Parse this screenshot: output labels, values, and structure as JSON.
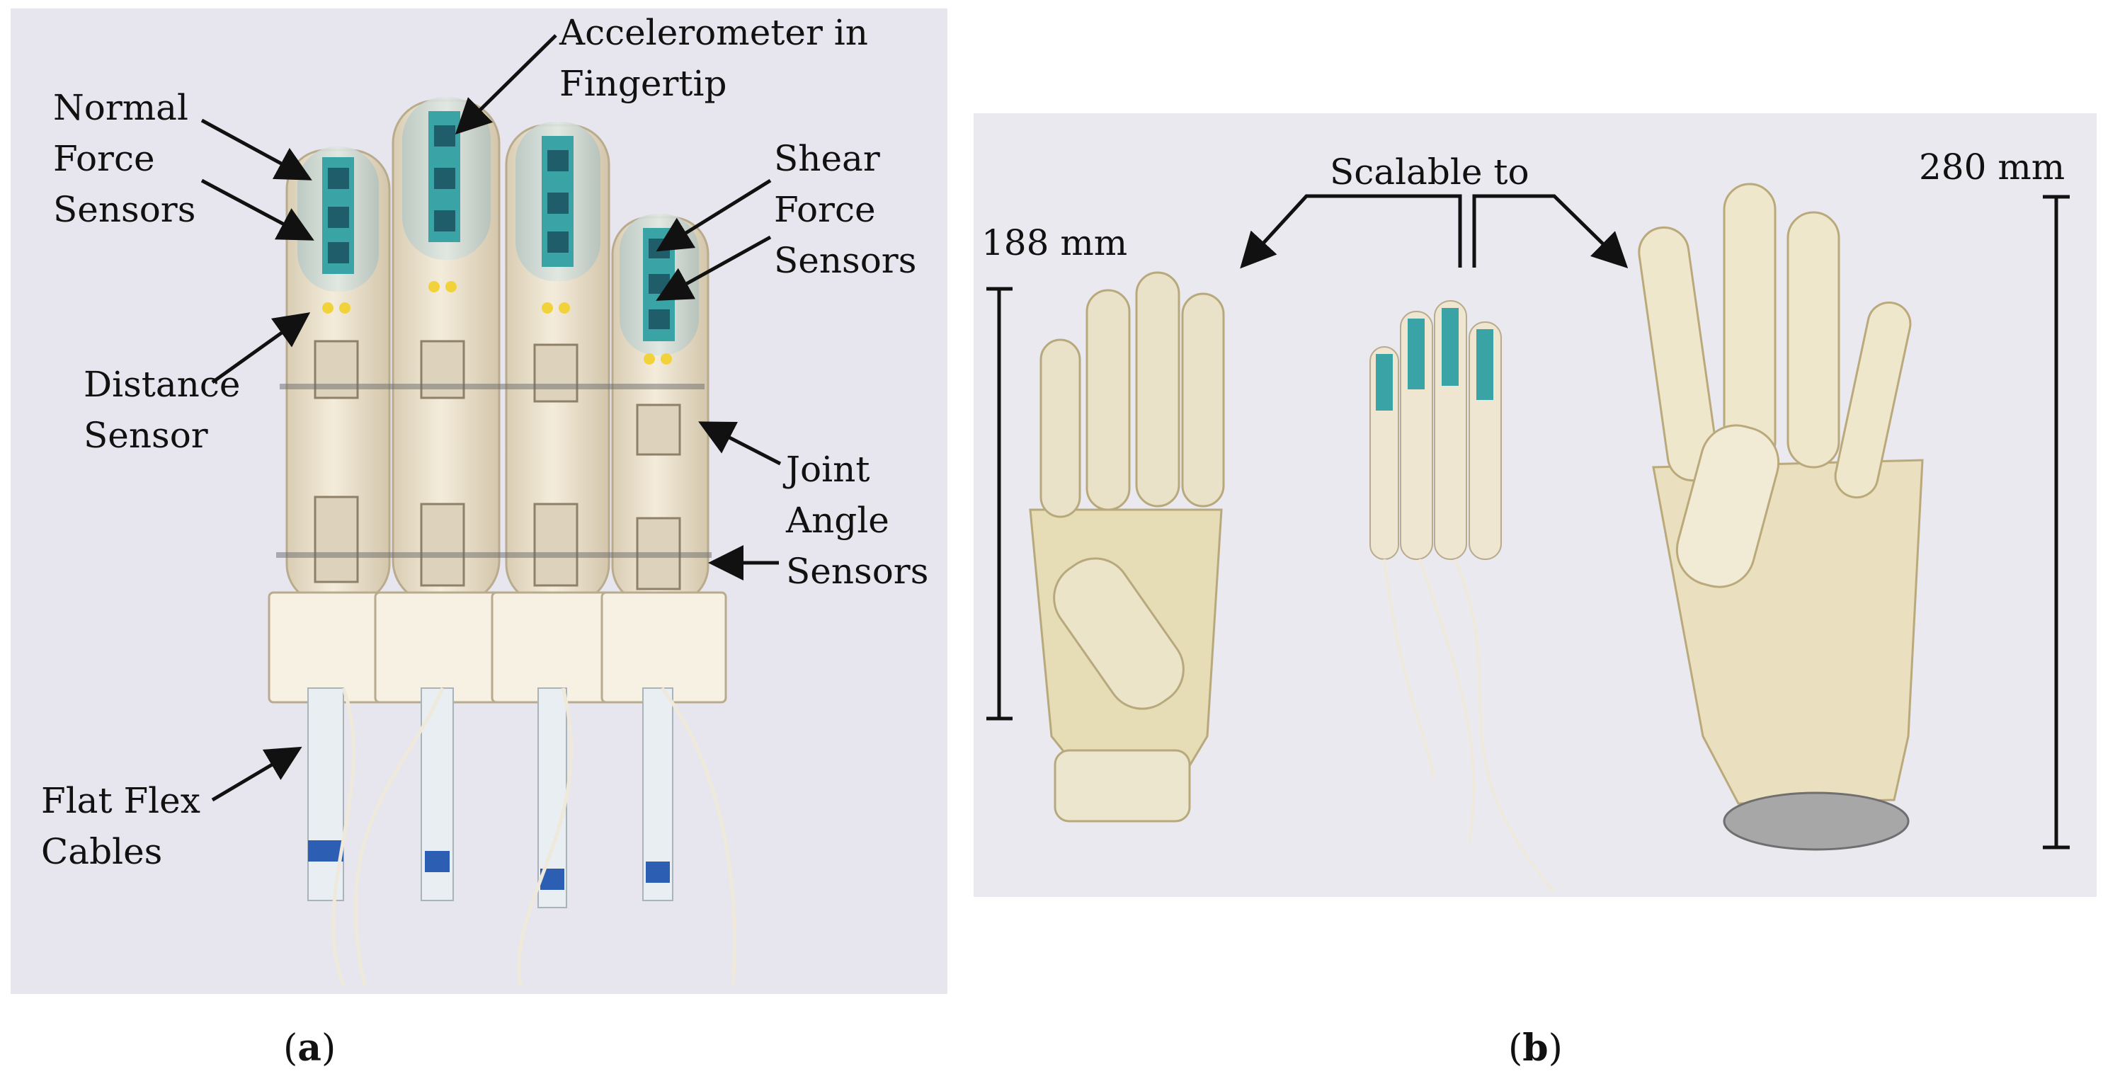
{
  "panel_a": {
    "labels": {
      "accelerometer": [
        "Accelerometer in",
        "Fingertip"
      ],
      "normal_force": [
        "Normal",
        "Force",
        "Sensors"
      ],
      "shear_force": [
        "Shear",
        "Force",
        "Sensors"
      ],
      "distance": [
        "Distance",
        "Sensor"
      ],
      "joint_angle": [
        "Joint",
        "Angle",
        "Sensors"
      ],
      "flat_flex": [
        "Flat Flex",
        "Cables"
      ]
    },
    "caption_open": "(",
    "caption_letter": "a",
    "caption_close": ")"
  },
  "panel_b": {
    "labels": {
      "scalable": "Scalable to",
      "small_size": "188 mm",
      "large_size": "280 mm"
    },
    "caption_open": "(",
    "caption_letter": "b",
    "caption_close": ")"
  },
  "colors": {
    "background_a": "#e7e6ee",
    "background_b": "#e9e9ef",
    "finger_body": "#efe6d2",
    "sensor_teal": "#3aa3a5",
    "hand_small": "#e6dcb5",
    "hand_large": "#eadfbe"
  }
}
